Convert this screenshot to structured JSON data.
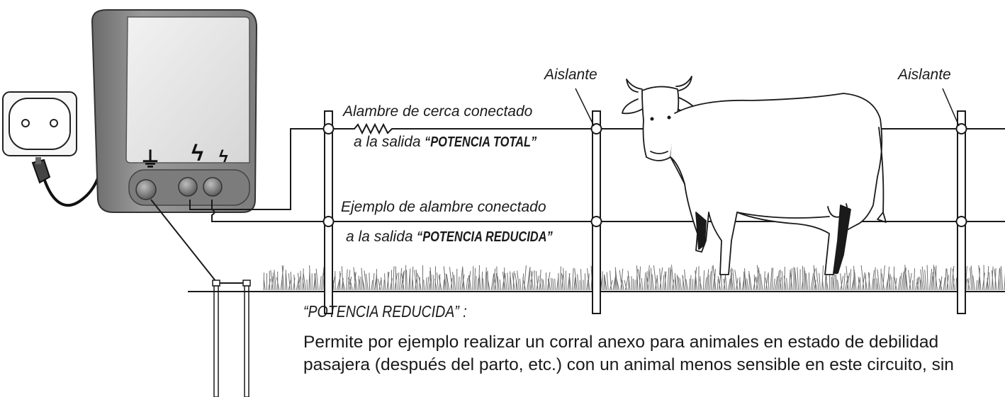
{
  "labels": {
    "insulator_1": "Aislante",
    "insulator_2": "Aislante",
    "full_wire_line1": "Alambre de cerca conectado",
    "full_wire_line2_prefix": "a la salida ",
    "full_wire_line2_output": "“POTENCIA TOTAL”",
    "reduced_wire_line1": "Ejemplo de alambre conectado",
    "reduced_wire_line2_prefix": "a la salida ",
    "reduced_wire_line2_output": "“POTENCIA REDUCIDA”"
  },
  "device_symbols": {
    "earth": "⏚",
    "full_output": "ϟ",
    "reduced_output": "ϟ"
  },
  "description": {
    "heading": "“POTENCIA REDUCIDA” :",
    "text": "Permite por ejemplo realizar un corral anexo para animales en estado de debilidad pasajera (después del parto, etc.) con un animal menos sensible en este circuito, sin"
  },
  "icons": [
    "power-socket-icon",
    "plug-icon",
    "energizer-device",
    "cow-illustration",
    "grass-strip"
  ],
  "colors": {
    "device_body": "#8f8f8f",
    "device_panel": "#e4e4e4",
    "wire": "#1a1a1a"
  }
}
